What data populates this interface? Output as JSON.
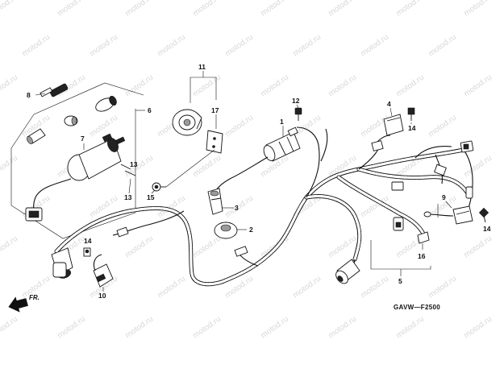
{
  "diagram": {
    "callouts": [
      "1",
      "2",
      "3",
      "4",
      "5",
      "6",
      "7",
      "8",
      "9",
      "10",
      "11",
      "12",
      "13",
      "13",
      "14",
      "14",
      "14",
      "15",
      "16",
      "17"
    ],
    "figure_code": "GAVW—F2500",
    "direction_label": "FR.",
    "watermark": "motod.ru"
  }
}
